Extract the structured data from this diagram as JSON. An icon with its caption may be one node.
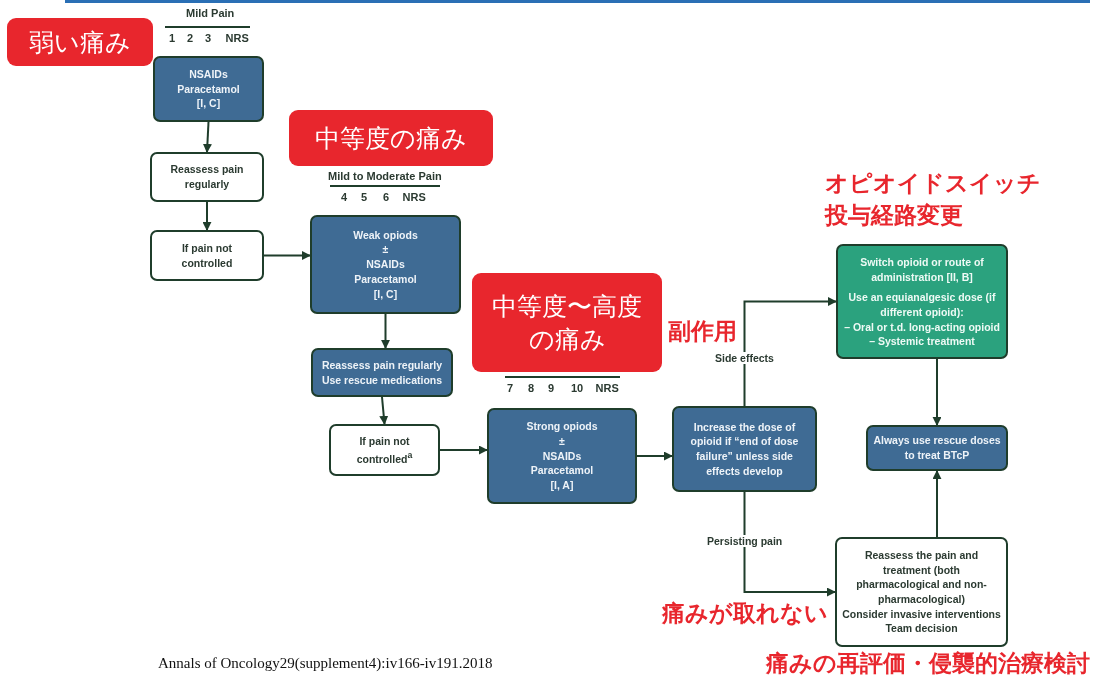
{
  "diagram": {
    "nodes": [
      {
        "text": [
          "NSAIDs",
          "Paracetamol",
          "[I, C]"
        ]
      },
      {
        "text": [
          "Reassess pain regularly"
        ]
      },
      {
        "text": [
          "If pain not controlled"
        ]
      },
      {
        "text": [
          "Weak opiods",
          "±",
          "NSAIDs",
          "Paracetamol",
          "[I, C]"
        ]
      },
      {
        "text": [
          "Reassess pain regularly",
          "Use rescue medications"
        ]
      },
      {
        "text": [
          "If pain not controlled$^{a}$"
        ]
      },
      {
        "text": [
          "Strong opiods",
          "±",
          "NSAIDs",
          "Paracetamol",
          "[I, A]"
        ]
      },
      {
        "text": [
          "Increase the dose of opioid if “end of dose failure” unless side effects develop"
        ]
      },
      {
        "text": [
          "Switch opioid or route of administration [II, B]",
          "Use an equianalgesic dose (if different opioid):",
          "– Oral or t.d. long-acting opioid",
          "– Systemic treatment"
        ]
      },
      {
        "text": [
          "Always use rescue doses to treat BTcP"
        ]
      },
      {
        "text": [
          "Reassess the pain and treatment (both pharmacological and non-pharmacological)",
          "Consider invasive interventions",
          "Team decision"
        ]
      },
      {
        "text": [
          "弱い痛み"
        ]
      },
      {
        "text": [
          "中等度の痛み"
        ]
      },
      {
        "text": [
          "中等度〜高度の痛み"
        ]
      }
    ],
    "edges": [
      {
        "from": 0,
        "to": 1,
        "arrow": "to"
      },
      {
        "from": 1,
        "to": 2,
        "arrow": "to"
      },
      {
        "from": 2,
        "to": 3,
        "arrow": "to"
      },
      {
        "from": 3,
        "to": 4,
        "arrow": "to"
      },
      {
        "from": 4,
        "to": 5,
        "arrow": "to"
      },
      {
        "from": 5,
        "to": 6,
        "arrow": "to"
      },
      {
        "from": 6,
        "to": 7,
        "arrow": "to"
      },
      {
        "from": 7,
        "to": 8,
        "arrow": "to",
        "label": "Side effects"
      },
      {
        "from": 8,
        "to": 9,
        "arrow": "to"
      },
      {
        "from": 7,
        "to": 10,
        "arrow": "to",
        "label": "Persisting pain"
      },
      {
        "from": 10,
        "to": 9,
        "arrow": "to"
      }
    ],
    "labels": [
      "Mild Pain",
      "1",
      "2",
      "3",
      "NRS",
      "Mild to Moderate Pain",
      "4",
      "5",
      "6",
      "NRS",
      "オピオイドスイッチ",
      "投与経路変更",
      "副作用",
      "7",
      "8",
      "9",
      "10",
      "NRS",
      "痛みが取れない",
      "Annals of Oncology29(supplement4):iv166-iv191.2018",
      "痛みの再評価・侵襲的治療検討"
    ]
  }
}
